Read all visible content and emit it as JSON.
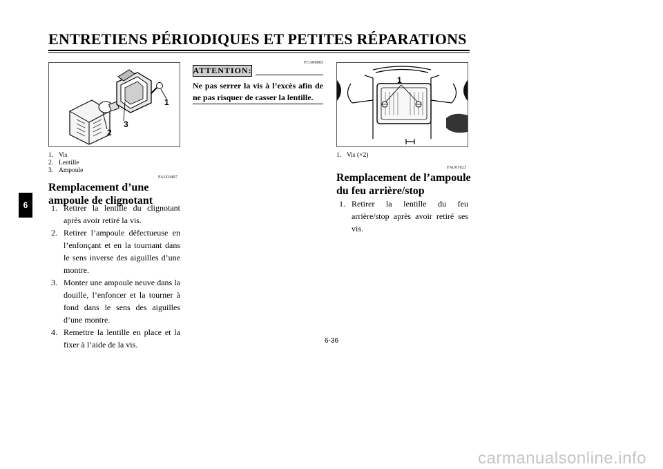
{
  "header": {
    "title": "ENTRETIENS PÉRIODIQUES ET PETITES RÉPARATIONS"
  },
  "chapter_tab": "6",
  "left_column": {
    "figure_callouts": [
      "1",
      "2",
      "3"
    ],
    "legend": [
      {
        "num": "1.",
        "text": "Vis"
      },
      {
        "num": "2.",
        "text": "Lentille"
      },
      {
        "num": "3.",
        "text": "Ampoule"
      }
    ],
    "ref_code": "FAU03497",
    "heading": "Remplacement d’une ampoule de clignotant",
    "steps": [
      {
        "num": "1.",
        "text": "Retirer la lentille du clignotant après avoir retiré la vis."
      },
      {
        "num": "2.",
        "text": "Retirer l’ampoule défectueuse en l’enfonçant et en la tournant dans le sens inverse des aiguilles d’une montre."
      },
      {
        "num": "3.",
        "text": "Monter une ampoule neuve dans la douille, l’enfoncer et la tourner à fond dans le sens des aiguilles d’une montre."
      },
      {
        "num": "4.",
        "text": "Remettre la lentille en place et la fixer à l’aide de la vis."
      }
    ]
  },
  "middle_column": {
    "ref_code": "FCA00065",
    "attention_label": "ATTENTION:",
    "attention_text": "Ne pas serrer la vis à l’excès afin de ne pas risquer de casser la lentille."
  },
  "right_column": {
    "figure_callout": "1",
    "legend": [
      {
        "num": "1.",
        "text": "Vis (×2)"
      }
    ],
    "ref_code": "FAU01623",
    "heading": "Remplacement de l’ampoule du feu arrière/stop",
    "steps": [
      {
        "num": "1.",
        "text": "Retirer la lentille du feu arrière/stop après avoir retiré ses vis."
      }
    ]
  },
  "page_number": "6-36",
  "watermark": "carmanualsonline.info"
}
